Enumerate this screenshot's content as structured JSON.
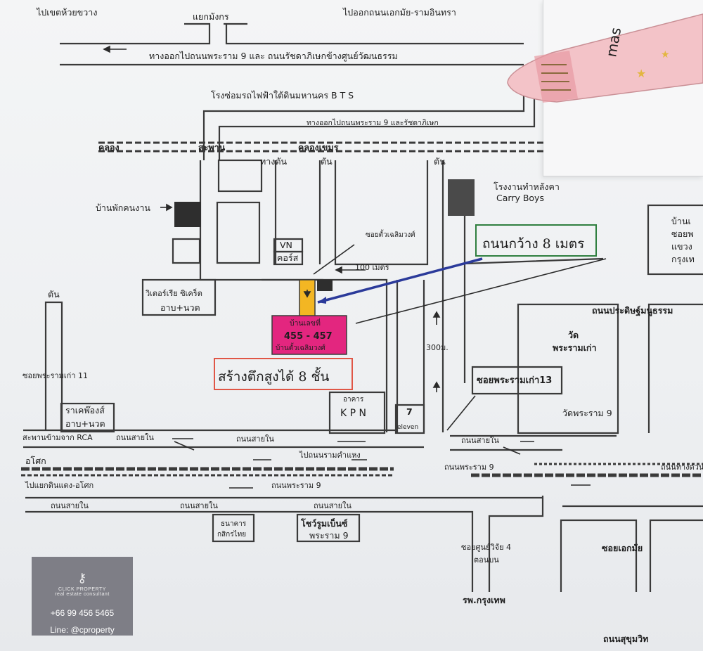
{
  "labels": {
    "top_left_dir": "ไปเขตห้วยขวาง",
    "top_junction": "แยกมังกร",
    "top_right_dir": "ไปออกถนนเอกมัย-รามอินทรา",
    "exit_road_long": "ทางออกไปถนนพระราม 9 และ ถนนรัชดาภิเษกข้างศูนย์วัฒนธรรม",
    "bts_depot": "โรงซ่อมรถไฟฟ้าใต้ดินมหานคร B T S",
    "exit_road_short": "ทางออกไปถนนพระราม 9 และรัชดาภิเษก",
    "canal": "คลอง",
    "bridge": "สะพาน",
    "canal_name": "คลองเขมร",
    "dead_end_1": "ทางตัน",
    "dead_end_2": "ตัน",
    "dead_end_3": "ตัน",
    "factory": "โรงงานทำหลังคา",
    "factory_en": "Carry Boys",
    "staff_house": "บ้านพักคนงาน",
    "soi_name": "ซอยตั้วเฉลิมวงศ์",
    "vn": "VN",
    "course": "คอร์ส",
    "distance_100": "100 เมตร",
    "dead_end_left": "ตัน",
    "victoria_1": "วิเตอร์เรีย ซิเคร็ต",
    "victoria_2": "อาบ+นวด",
    "target_line1": "บ้านเลขที่",
    "target_number": "455 - 457",
    "target_line3": "บ้านตั้วเฉลิมวงศ์",
    "distance_300": "300ม.",
    "road_width_note": "ถนนกว้าง 8 เมตร",
    "building_note": "สร้างตึกสูงได้ 8 ชั้น",
    "soi_rama_old_11": "ซอยพระรามเก่า 11",
    "rachaphong_1": "ราเคพ๊องส์",
    "rachaphong_2": "อาบ+นวด",
    "kpn_1": "อาคาร",
    "kpn_2": "K P N",
    "seven_top": "7",
    "seven_bottom": "eleven",
    "soi_rama_old_13": "ซอยพระรามเก่า13",
    "temple_1": "วัด",
    "temple_2": "พระรามเก่า",
    "temple_rama9": "วัดพระราม 9",
    "prasert_road": "ถนนประดิษฐ์มนูธรรม",
    "right_box_1": "บ้านเ",
    "right_box_2": "ซอยพ",
    "right_box_3": "แขวง",
    "right_box_4": "กรุงเท",
    "rca_bridge": "สะพานข้ามจาก RCA",
    "inner_road_1": "ถนนสายใน",
    "inner_road_2": "ถนนสายใน",
    "inner_road_3": "ถนนสายใน",
    "asok": "อโศก",
    "ramkhamhaeng": "ไปถนนรามคำแหง",
    "rama9_road_right": "ถนนพระราม 9",
    "highway_right": "ถนนทางด่วน",
    "to_din_daeng": "ไปแยกดินแดง-อโศก",
    "rama9_road_center": "ถนนพระราม 9",
    "inner_road_4": "ถนนสายใน",
    "inner_road_5": "ถนนสายใน",
    "inner_road_6": "ถนนสายใน",
    "kbank_1": "ธนาคาร",
    "kbank_2": "กสิกรไทย",
    "fortune_1": "โชว์รูมเบ็นซ์",
    "fortune_2": "พระราม 9",
    "soi_shop_1": "ซอยศูนย์วิจัย 4",
    "soi_shop_2": "ตอนบน",
    "hospital": "รพ.กรุงเทพ",
    "soi_ekkamai": "ซอยเอกมัย",
    "sukhumvit": "ถนนสุขุมวิท",
    "pen_text": "mas"
  },
  "watermark": {
    "brand": "CLICK PROPERTY",
    "tagline": "real estate consultant",
    "phone": "+66 99 456 5465",
    "line": "Line: @cproperty"
  },
  "colors": {
    "target_fill": "#e3267f",
    "soi_fill": "#f3b623",
    "arrow_blue": "#2b3a9a",
    "note_green": "#2f7f3f",
    "note_red": "#e05646",
    "line_dark": "#333333"
  }
}
